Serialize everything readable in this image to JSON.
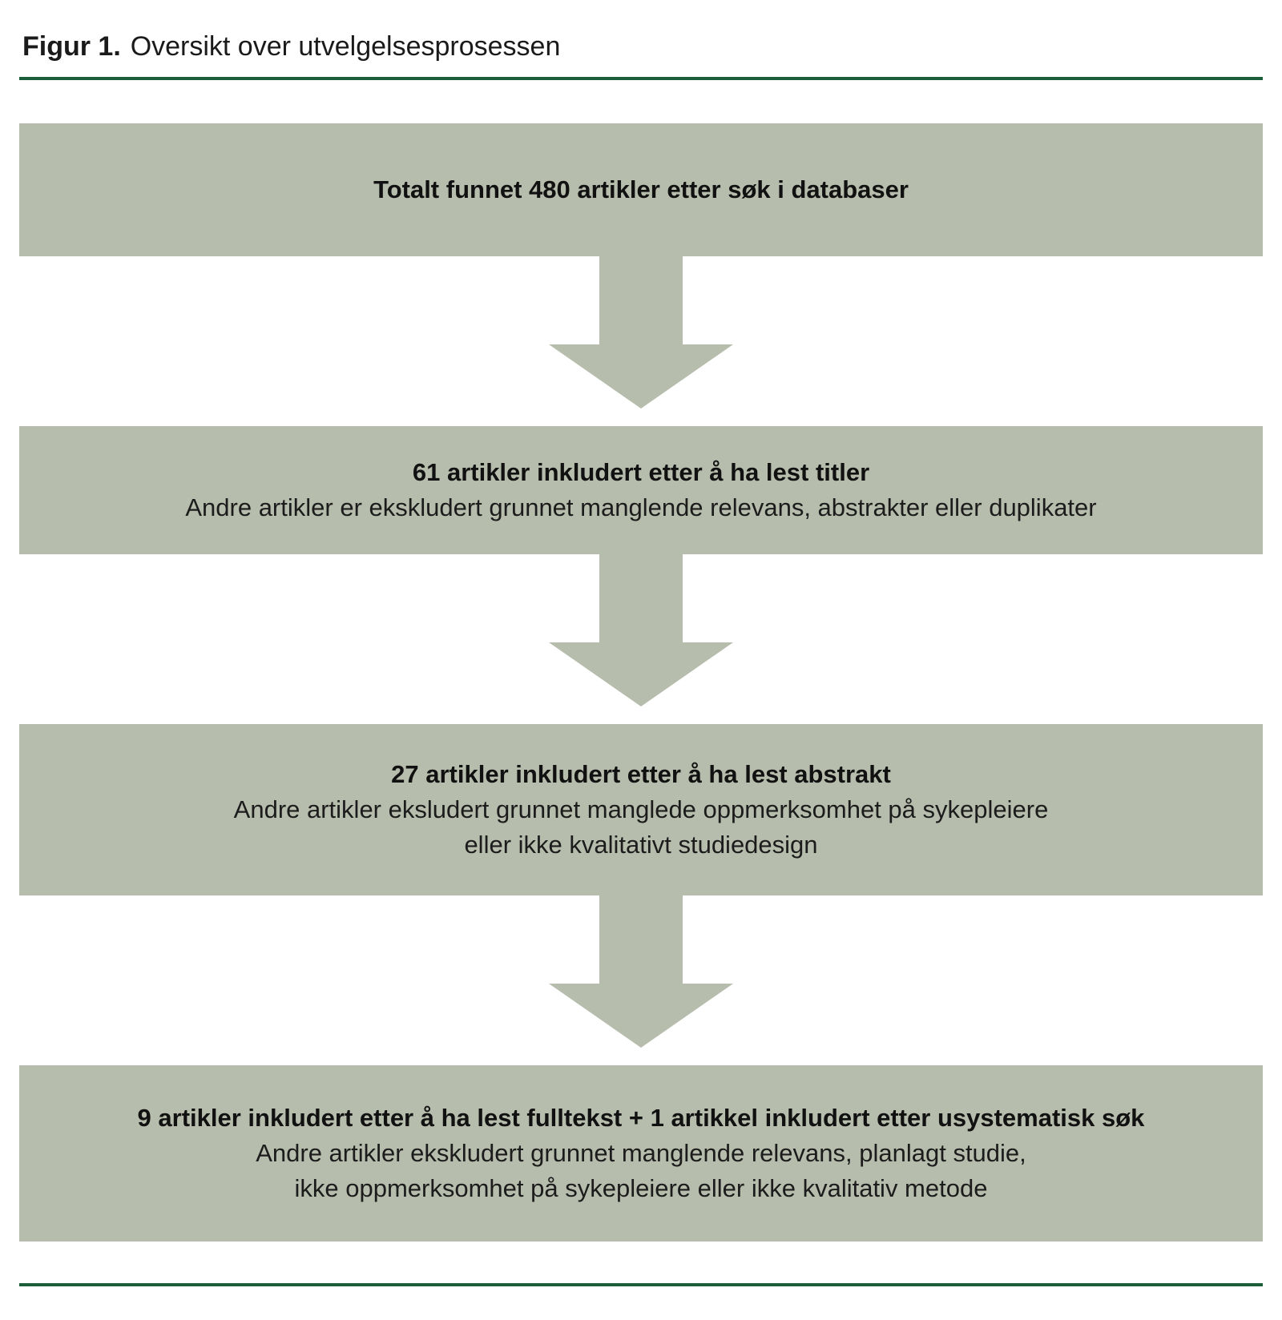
{
  "figure": {
    "label": "Figur 1.",
    "title": "Oversikt over utvelgelsesprosessen"
  },
  "colors": {
    "accent": "#1c5e39",
    "box": "#b7bdac",
    "text": "#1a1a1a"
  },
  "boxes": [
    {
      "heading": "Totalt funnet 480 artikler etter søk i databaser"
    },
    {
      "heading": "61 artikler inkludert etter å ha lest titler",
      "body": "Andre artikler er ekskludert grunnet manglende relevans, abstrakter eller duplikater"
    },
    {
      "heading": "27 artikler inkludert etter å ha lest abstrakt",
      "body": "Andre artikler eksludert grunnet manglede oppmerksomhet på sykepleiere\neller ikke kvalitativt studiedesign"
    },
    {
      "heading": "9 artikler inkludert etter å ha lest fulltekst + 1 artikkel inkludert etter usystematisk søk",
      "body": "Andre artikler ekskludert grunnet manglende relevans, planlagt studie,\nikke oppmerksomhet på sykepleiere eller ikke kvalitativ metode"
    }
  ]
}
